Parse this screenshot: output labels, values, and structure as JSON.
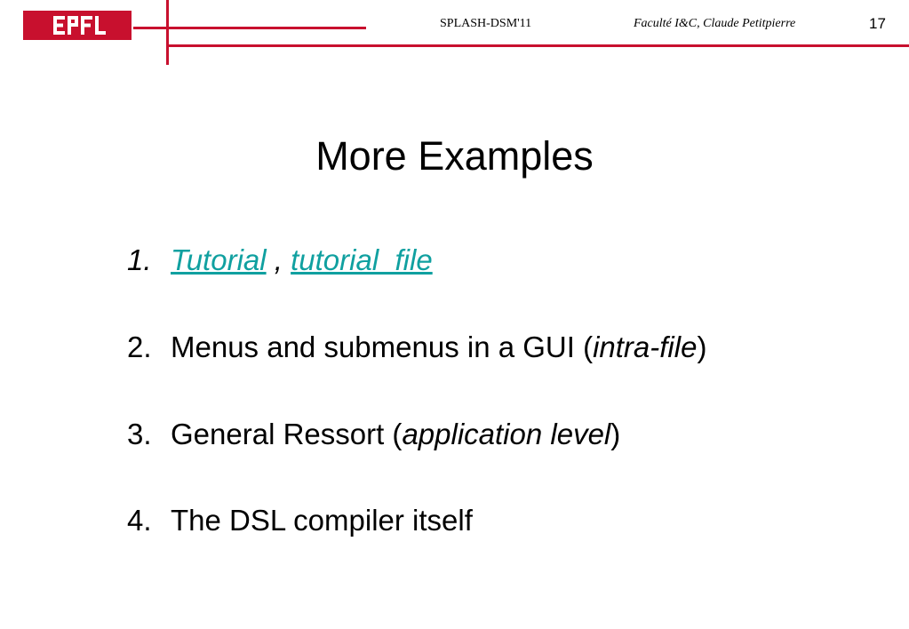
{
  "header": {
    "logo_text": "EPFL",
    "conference": "SPLASH-DSM'11",
    "author": "Faculté I&C, Claude Petitpierre",
    "page_number": "17"
  },
  "slide": {
    "title": "More Examples",
    "items": [
      {
        "number": "1.",
        "link1": "Tutorial",
        "separator": " , ",
        "link2": "tutorial_file"
      },
      {
        "number": "2.",
        "text": "Menus and submenus in a GUI (",
        "emphasis": "intra-file",
        "close": ")"
      },
      {
        "number": "3.",
        "text": "General Ressort (",
        "emphasis": "application level",
        "close": ")"
      },
      {
        "number": "4.",
        "text": "The DSL compiler itself"
      }
    ]
  },
  "colors": {
    "brand_red": "#c8102e",
    "link": "#10a0a0"
  }
}
